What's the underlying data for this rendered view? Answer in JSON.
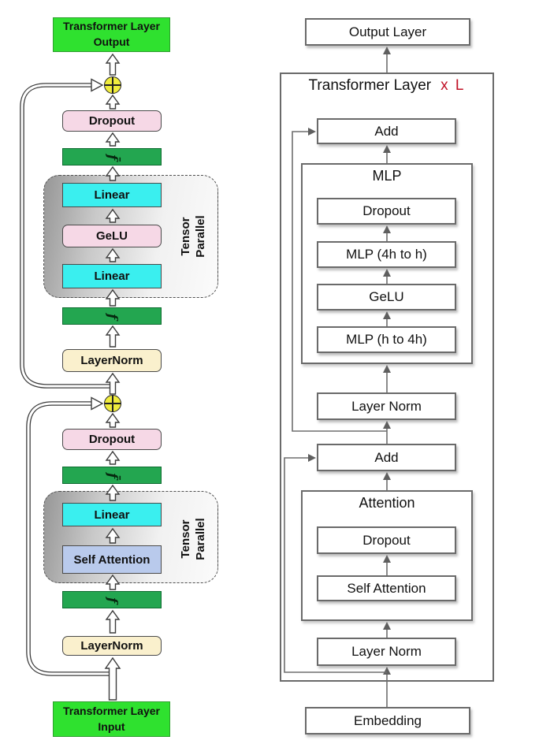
{
  "colors": {
    "bright_green": "#2FE12F",
    "bar_green": "#23A650",
    "cyan": "#3AEFEF",
    "pink": "#F6D8E6",
    "cream": "#FAF0CD",
    "light_blue": "#B9CAEC",
    "plus_yellow": "#F0EC3D",
    "times_l_red": "#C01025"
  },
  "left": {
    "output_line1": "Transformer Layer",
    "output_line2": "Output",
    "input_line1": "Transformer Layer",
    "input_line2": "Input",
    "mlp": {
      "dropout": "Dropout",
      "gbar_symbol": "f̄",
      "linear_top": "Linear",
      "gelu": "GeLU",
      "linear_bottom": "Linear",
      "tp1": "Tensor",
      "tp2": "Parallel",
      "f_symbol": "f",
      "layernorm": "LayerNorm"
    },
    "attn": {
      "dropout": "Dropout",
      "gbar_symbol": "f̄",
      "linear": "Linear",
      "self_attention": "Self Attention",
      "tp1": "Tensor",
      "tp2": "Parallel",
      "f_symbol": "f",
      "layernorm": "LayerNorm"
    }
  },
  "right": {
    "output_layer": "Output Layer",
    "layer_title": "Transformer Layer",
    "layer_mult": "x L",
    "add_top": "Add",
    "mlp_title": "MLP",
    "mlp_items": [
      "Dropout",
      "MLP (4h to h)",
      "GeLU",
      "MLP (h to 4h)"
    ],
    "layer_norm_top": "Layer Norm",
    "add_bottom": "Add",
    "attention_title": "Attention",
    "attention_items": [
      "Dropout",
      "Self Attention"
    ],
    "layer_norm_bottom": "Layer Norm",
    "embedding": "Embedding"
  }
}
